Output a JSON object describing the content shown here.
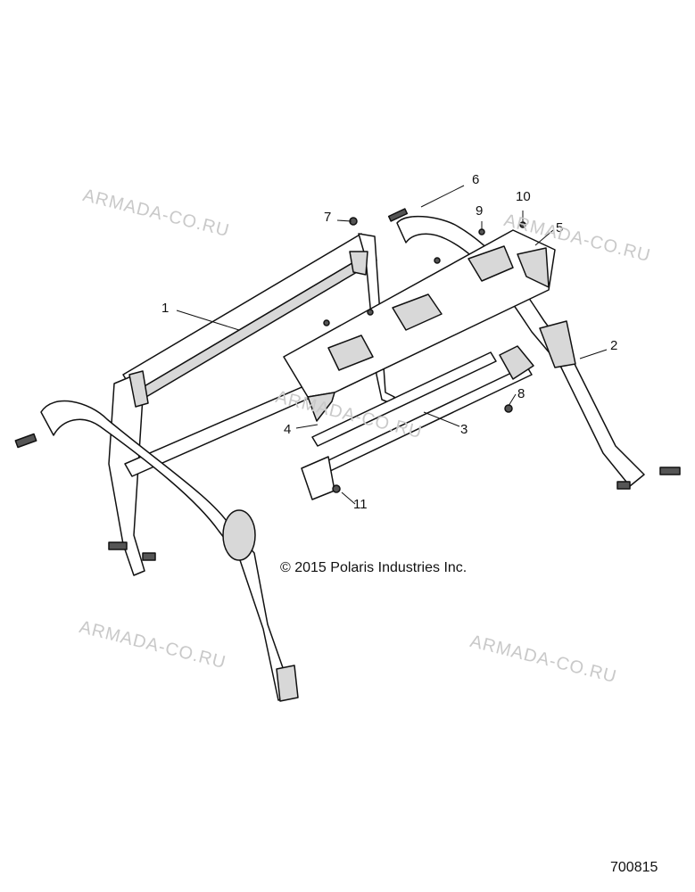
{
  "diagram": {
    "callouts": [
      "1",
      "2",
      "3",
      "4",
      "5",
      "6",
      "7",
      "8",
      "9",
      "10",
      "11"
    ],
    "copyright": "© 2015 Polaris Industries Inc.",
    "figure_number": "700815",
    "watermark": "ARMADA-CO.RU",
    "colors": {
      "line": "#111111",
      "fill": "#ffffff",
      "shade": "#cfcfcf",
      "watermark": "#c9c9c9"
    }
  }
}
